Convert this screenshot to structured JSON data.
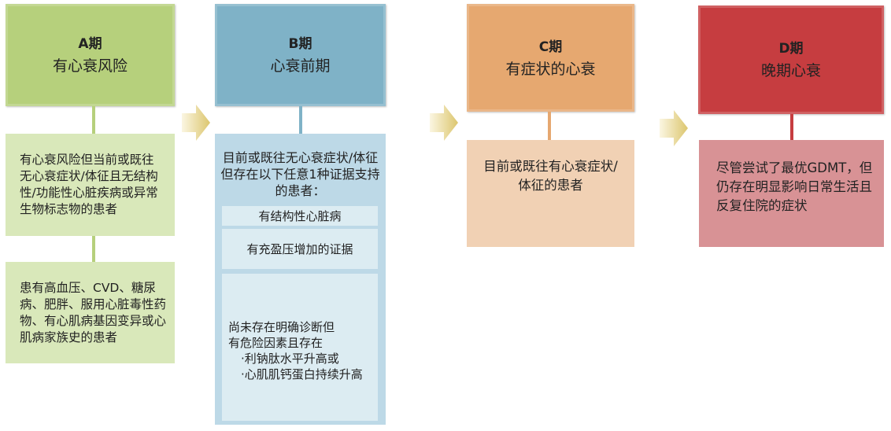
{
  "colors": {
    "a_header": "#b6d07c",
    "a_box": "#d9e8ba",
    "b_header": "#7fb2c7",
    "b_box": "#bdd9e7",
    "c_header": "#e6a870",
    "c_box": "#f1d1b4",
    "d_header": "#c63d40",
    "d_box": "#d89295",
    "arrow": "#e3d083"
  },
  "stages": [
    {
      "code": "A期",
      "title": "有心衰风险",
      "desc": "有心衰风险但当前或既往无心衰症状/体征且无结构性/功能性心脏疾病或异常生物标志物的患者",
      "desc2": "患有高血压、CVD、糖尿病、肥胖、服用心脏毒性药物、有心肌病基因变异或心肌病家族史的患者"
    },
    {
      "code": "B期",
      "title": "心衰前期",
      "desc": "目前或既往无心衰症状/体征但存在以下任意1种证据支持的患者：",
      "items": [
        "有结构性心脏病",
        "有充盈压增加的证据"
      ],
      "risk_intro": "尚未存在明确诊断但有危险因素且存在",
      "risk_bullets": [
        "·利钠肽水平升高或",
        "·心肌肌钙蛋白持续升高"
      ]
    },
    {
      "code": "C期",
      "title": "有症状的心衰",
      "desc": "目前或既往有心衰症状/体征的患者"
    },
    {
      "code": "D期",
      "title": "晚期心衰",
      "desc": "尽管尝试了最优GDMT，但仍存在明显影响日常生活且反复住院的症状"
    }
  ]
}
